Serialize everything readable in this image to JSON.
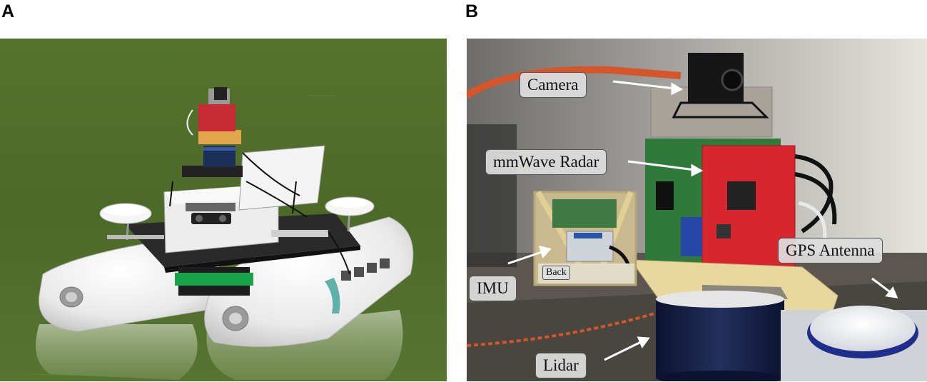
{
  "panels": {
    "a": {
      "letter": "A"
    },
    "b": {
      "letter": "B"
    }
  },
  "callouts": {
    "camera": "Camera",
    "mmwave_radar": "mmWave Radar",
    "imu": "IMU",
    "back": "Back",
    "gps_antenna": "GPS Antenna",
    "lidar": "Lidar"
  },
  "colors": {
    "water": "#4f6d2a",
    "float": "#eeeeee",
    "radar_board": "#d8262e",
    "pcb": "#2f7a3a",
    "mount": "#e8d79e",
    "callout_bg": "#dedede"
  }
}
